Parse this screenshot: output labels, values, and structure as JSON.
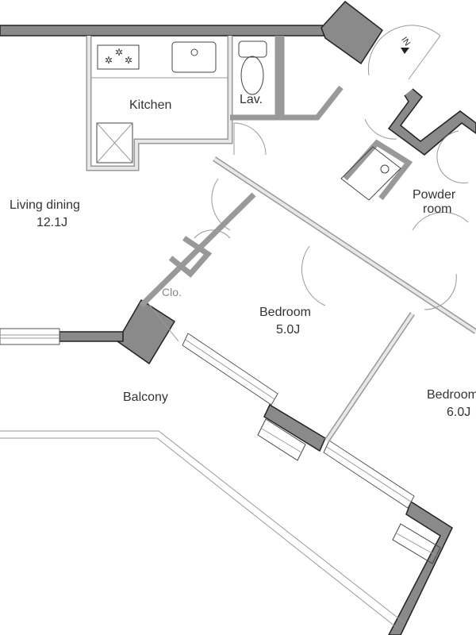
{
  "rooms": {
    "kitchen": "Kitchen",
    "lav": "Lav.",
    "living": "Living dining",
    "living_size": "12.1J",
    "powder": "Powder",
    "powder2": "room",
    "closet": "Clo.",
    "bedroom1": "Bedroom",
    "bedroom1_size": "5.0J",
    "bedroom2": "Bedroom",
    "bedroom2_size": "6.0J",
    "balcony": "Balcony"
  },
  "entrance": "IN"
}
